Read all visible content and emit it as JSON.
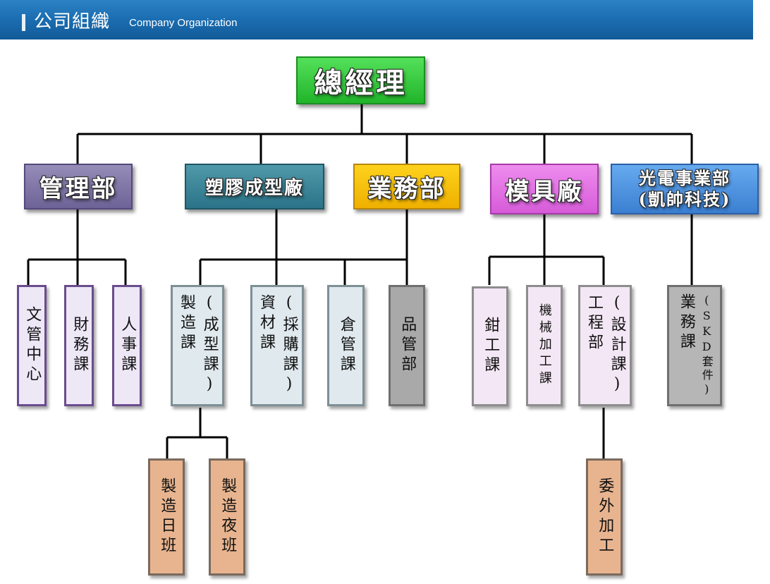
{
  "header": {
    "title": "公司組織",
    "subtitle": "Company Organization"
  },
  "top": "總經理",
  "departments": {
    "management": "管理部",
    "plastic": "塑膠成型廠",
    "sales": "業務部",
    "mold": "模具廠",
    "opto_line1": "光電事業部",
    "opto_line2": "(凱帥科技)"
  },
  "sections": {
    "admin": "文管中心",
    "finance": "財務課",
    "hr": "人事課",
    "mfg_col1": "(成型課)",
    "mfg_col2": "製造課",
    "purch_col1": "(採購課)",
    "purch_col2": "資材課",
    "warehouse": "倉管課",
    "quality": "品管部",
    "bench": "鉗工課",
    "machining": "機械加工課",
    "design_col1": "(設計課)",
    "design_col2": "工程部",
    "skd_col1": "(SKD套件)",
    "skd_col2": "業務課"
  },
  "subsections": {
    "day_shift": "製造日班",
    "night_shift": "製造夜班",
    "outsourcing": "委外加工"
  }
}
